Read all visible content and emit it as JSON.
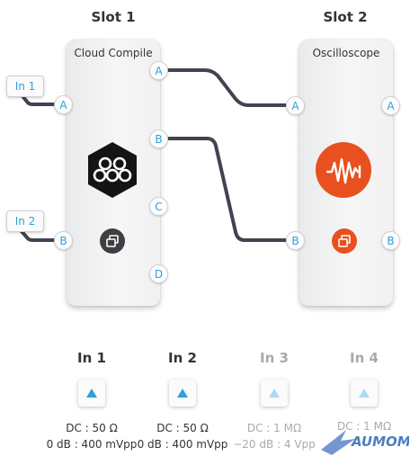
{
  "slots": [
    {
      "title": "Slot 1",
      "module": "Cloud Compile"
    },
    {
      "title": "Slot 2",
      "module": "Oscilloscope"
    }
  ],
  "inputs": [
    {
      "tag": "In 1"
    },
    {
      "tag": "In 2"
    }
  ],
  "ports": {
    "slot1_left": [
      "A",
      "B"
    ],
    "slot1_right": [
      "A",
      "B",
      "C",
      "D"
    ],
    "slot2_left": [
      "A",
      "B"
    ],
    "slot2_right": [
      "A",
      "B"
    ]
  },
  "channels": [
    {
      "label": "In 1",
      "coupling": "DC : 50 Ω",
      "range": "0 dB : 400 mVpp",
      "enabled": true
    },
    {
      "label": "In 2",
      "coupling": "DC : 50 Ω",
      "range": "0 dB : 400 mVpp",
      "enabled": true
    },
    {
      "label": "In 3",
      "coupling": "DC : 1 MΩ",
      "range": "−20 dB : 4 Vpp",
      "enabled": false
    },
    {
      "label": "In 4",
      "coupling": "DC : 1 MΩ",
      "range": "",
      "enabled": false
    }
  ],
  "watermark_text": "AUMOM",
  "colors": {
    "accent_blue": "#2f9fd8",
    "wire": "#3f4450",
    "cloud_compile_logo": "#141414",
    "oscilloscope_logo": "#e8501f"
  },
  "icons": {
    "cloud_compile": "cloud-compile-logo-icon",
    "oscilloscope": "oscilloscope-logo-icon",
    "module_settings": "window-stack-icon",
    "channel_toggle": "triangle-up-icon"
  }
}
